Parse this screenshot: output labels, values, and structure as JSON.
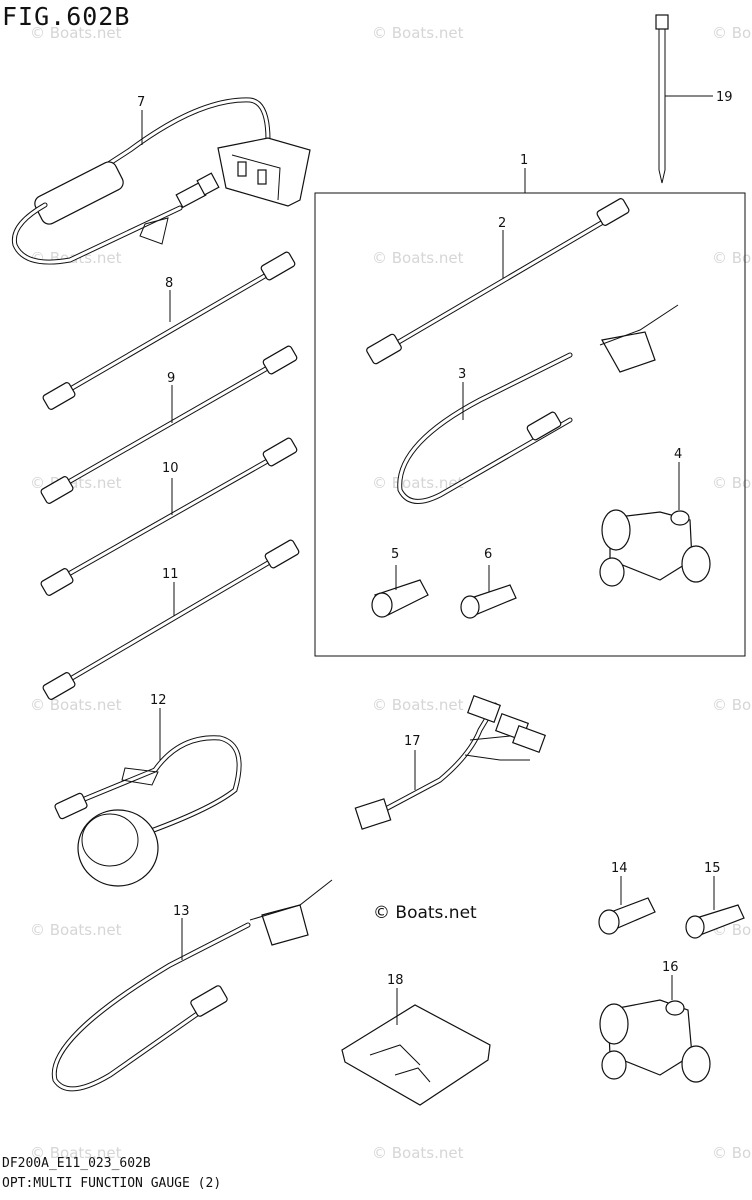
{
  "figure": {
    "title": "FIG.602B",
    "code": "DF200A_E11_023_602B",
    "caption": "OPT:MULTI FUNCTION GAUGE (2)",
    "copyright_mark": "© Boats.net",
    "watermark": "© Boats.net"
  },
  "callouts": [
    "1",
    "2",
    "3",
    "4",
    "5",
    "6",
    "7",
    "8",
    "9",
    "10",
    "11",
    "12",
    "13",
    "14",
    "15",
    "16",
    "17",
    "18",
    "19"
  ],
  "colors": {
    "line": "#111111",
    "watermark": "#d6d6d6",
    "background": "#ffffff"
  }
}
